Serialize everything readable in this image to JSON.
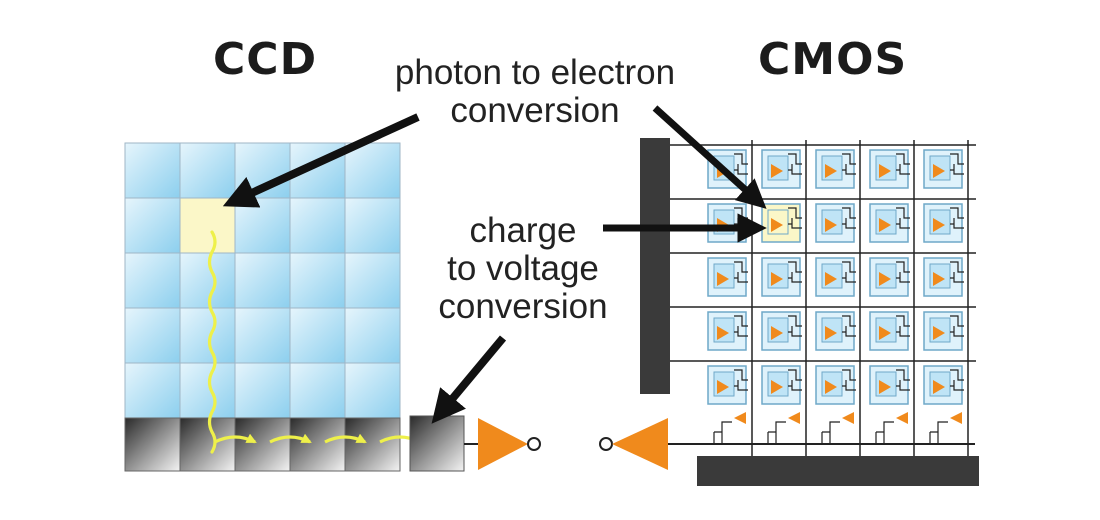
{
  "titles": {
    "ccd": "CCD",
    "cmos": "CMOS"
  },
  "annotations": {
    "photon_line1": "photon to electron",
    "photon_line2": "conversion",
    "charge_line1": "charge",
    "charge_line2": "to voltage",
    "charge_line3": "conversion"
  },
  "colors": {
    "pixel_light": "#dff2fb",
    "pixel_dark": "#8fd0ee",
    "highlight": "#fbf7c8",
    "charge_path": "#eef04a",
    "amplifier": "#f08a1c",
    "bus": "#3a3a3a",
    "grid_line": "#9fb6c6"
  }
}
